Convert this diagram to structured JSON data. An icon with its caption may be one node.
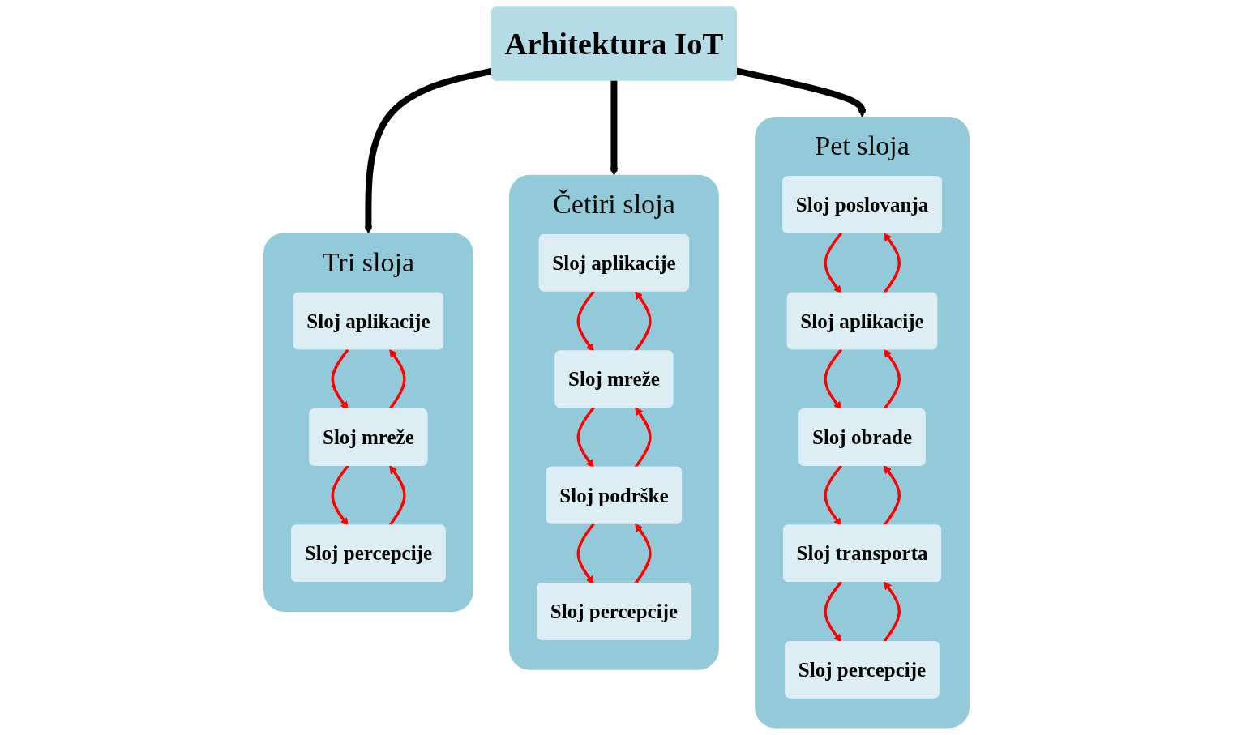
{
  "diagram": {
    "nodes": [
      {
        "text": [
          "Arhitektura IoT"
        ]
      },
      {
        "text": [
          "Tri sloja"
        ]
      },
      {
        "text": [
          "Sloj aplikacije"
        ],
        "in": 1
      },
      {
        "text": [
          "Sloj mreže"
        ],
        "in": 1
      },
      {
        "text": [
          "Sloj percepcije"
        ],
        "in": 1
      },
      {
        "text": [
          "Četiri sloja"
        ]
      },
      {
        "text": [
          "Sloj aplikacije"
        ],
        "in": 5
      },
      {
        "text": [
          "Sloj mreže"
        ],
        "in": 5
      },
      {
        "text": [
          "Sloj podrške"
        ],
        "in": 5
      },
      {
        "text": [
          "Sloj percepcije"
        ],
        "in": 5
      },
      {
        "text": [
          "Pet sloja"
        ]
      },
      {
        "text": [
          "Sloj poslovanja"
        ],
        "in": 10
      },
      {
        "text": [
          "Sloj aplikacije"
        ],
        "in": 10
      },
      {
        "text": [
          "Sloj obrade"
        ],
        "in": 10
      },
      {
        "text": [
          "Sloj transporta"
        ],
        "in": 10
      },
      {
        "text": [
          "Sloj percepcije"
        ],
        "in": 10
      }
    ],
    "edges": [
      {
        "from": 0,
        "to": 1,
        "arrow": "to",
        "style": "thick",
        "color": "#000000"
      },
      {
        "from": 0,
        "to": 5,
        "arrow": "to",
        "style": "thick",
        "color": "#000000"
      },
      {
        "from": 0,
        "to": 10,
        "arrow": "to",
        "style": "thick",
        "color": "#000000"
      },
      {
        "from": 3,
        "to": 2,
        "arrow": "to"
      },
      {
        "from": 2,
        "to": 3,
        "arrow": "to"
      },
      {
        "from": 4,
        "to": 3,
        "arrow": "to"
      },
      {
        "from": 3,
        "to": 4,
        "arrow": "to"
      },
      {
        "from": 7,
        "to": 6,
        "arrow": "to"
      },
      {
        "from": 6,
        "to": 7,
        "arrow": "to"
      },
      {
        "from": 8,
        "to": 7,
        "arrow": "to"
      },
      {
        "from": 7,
        "to": 8,
        "arrow": "to"
      },
      {
        "from": 9,
        "to": 8,
        "arrow": "to"
      },
      {
        "from": 8,
        "to": 9,
        "arrow": "to"
      },
      {
        "from": 12,
        "to": 11,
        "arrow": "to"
      },
      {
        "from": 11,
        "to": 12,
        "arrow": "to"
      },
      {
        "from": 13,
        "to": 12,
        "arrow": "to"
      },
      {
        "from": 12,
        "to": 13,
        "arrow": "to"
      },
      {
        "from": 14,
        "to": 13,
        "arrow": "to"
      },
      {
        "from": 13,
        "to": 14,
        "arrow": "to"
      },
      {
        "from": 15,
        "to": 14,
        "arrow": "to"
      },
      {
        "from": 14,
        "to": 15,
        "arrow": "to"
      }
    ]
  }
}
